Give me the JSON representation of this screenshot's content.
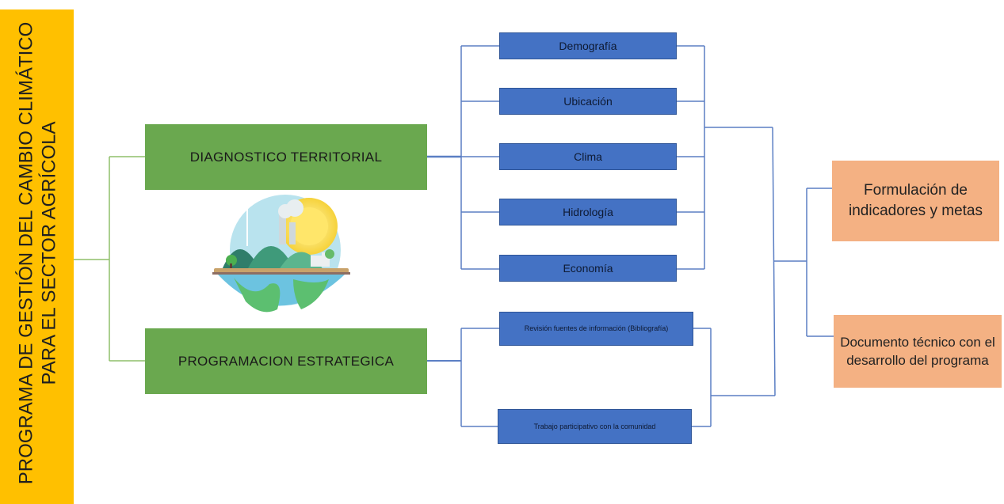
{
  "program_title": {
    "line1": "PROGRAMA DE GESTIÓN DEL CAMBIO CLIMÁTICO",
    "line2": "PARA EL SECTOR AGRÍCOLA"
  },
  "branches": {
    "diagnostico": "DIAGNOSTICO  TERRITORIAL",
    "programacion": "PROGRAMACION  ESTRATEGICA"
  },
  "diagnostico_items": [
    "Demografía",
    "Ubicación",
    "Clima",
    "Hidrología",
    "Economía"
  ],
  "programacion_items": [
    "Revisión  fuentes  de información (Bibliografía)",
    "Trabajo  participativo  con la comunidad"
  ],
  "outputs": [
    "Formulación de indicadores y metas",
    "Documento técnico con el desarrollo del programa"
  ],
  "colors": {
    "title_bar": "#ffc000",
    "branch": "#6aa84f",
    "item": "#4472c4",
    "output": "#f4b183",
    "green_line": "#8fbf6a",
    "blue_line": "#5b7fc4"
  },
  "illustration_icon": "climate-earth-illustration"
}
